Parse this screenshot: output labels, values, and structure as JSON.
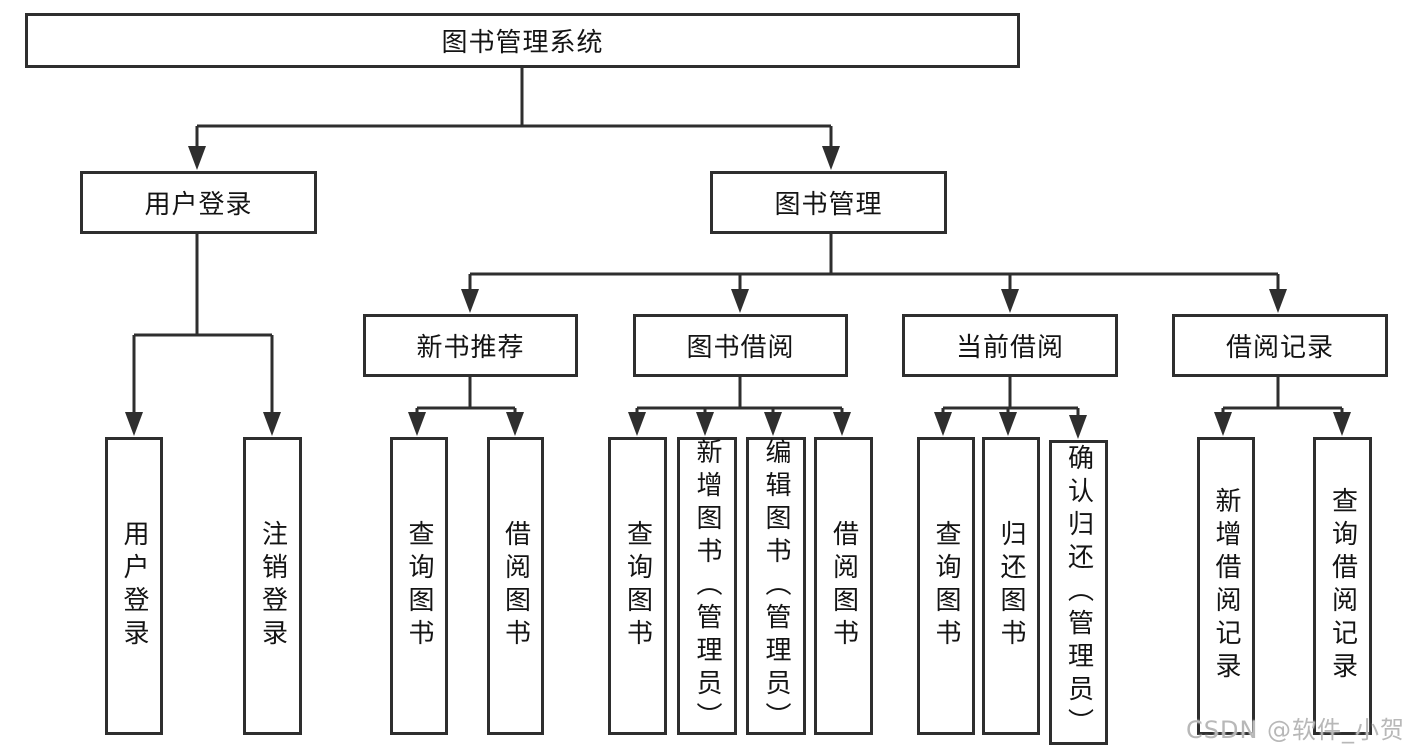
{
  "diagram": {
    "title": "图书管理系统",
    "nodes": {
      "root": "图书管理系统",
      "user_login": "用户登录",
      "book_mgmt": "图书管理",
      "new_book": "新书推荐",
      "book_borrow": "图书借阅",
      "current_borrow": "当前借阅",
      "borrow_record": "借阅记录",
      "leaf_user_login": "用户登录",
      "leaf_logout": "注销登录",
      "leaf_nb_query": "查询图书",
      "leaf_nb_borrow": "借阅图书",
      "leaf_bb_query": "查询图书",
      "leaf_bb_add": "新增图书（管理员）",
      "leaf_bb_edit": "编辑图书（管理员）",
      "leaf_bb_borrow": "借阅图书",
      "leaf_cb_query": "查询图书",
      "leaf_cb_return": "归还图书",
      "leaf_cb_confirm": "确认归还（管理员）",
      "leaf_br_add": "新增借阅记录",
      "leaf_br_query": "查询借阅记录"
    },
    "hierarchy": {
      "图书管理系统": {
        "用户登录": [
          "用户登录",
          "注销登录"
        ],
        "图书管理": {
          "新书推荐": [
            "查询图书",
            "借阅图书"
          ],
          "图书借阅": [
            "查询图书",
            "新增图书（管理员）",
            "编辑图书（管理员）",
            "借阅图书"
          ],
          "当前借阅": [
            "查询图书",
            "归还图书",
            "确认归还（管理员）"
          ],
          "借阅记录": [
            "新增借阅记录",
            "查询借阅记录"
          ]
        }
      }
    }
  },
  "watermark": "CSDN @软件_小贺同学",
  "colors": {
    "line": "#2e2e2e",
    "box_border": "#2e2e2e",
    "box_fill": "#ffffff",
    "text": "#141414",
    "watermark": "#b8b8b8",
    "background": "#ffffff"
  }
}
